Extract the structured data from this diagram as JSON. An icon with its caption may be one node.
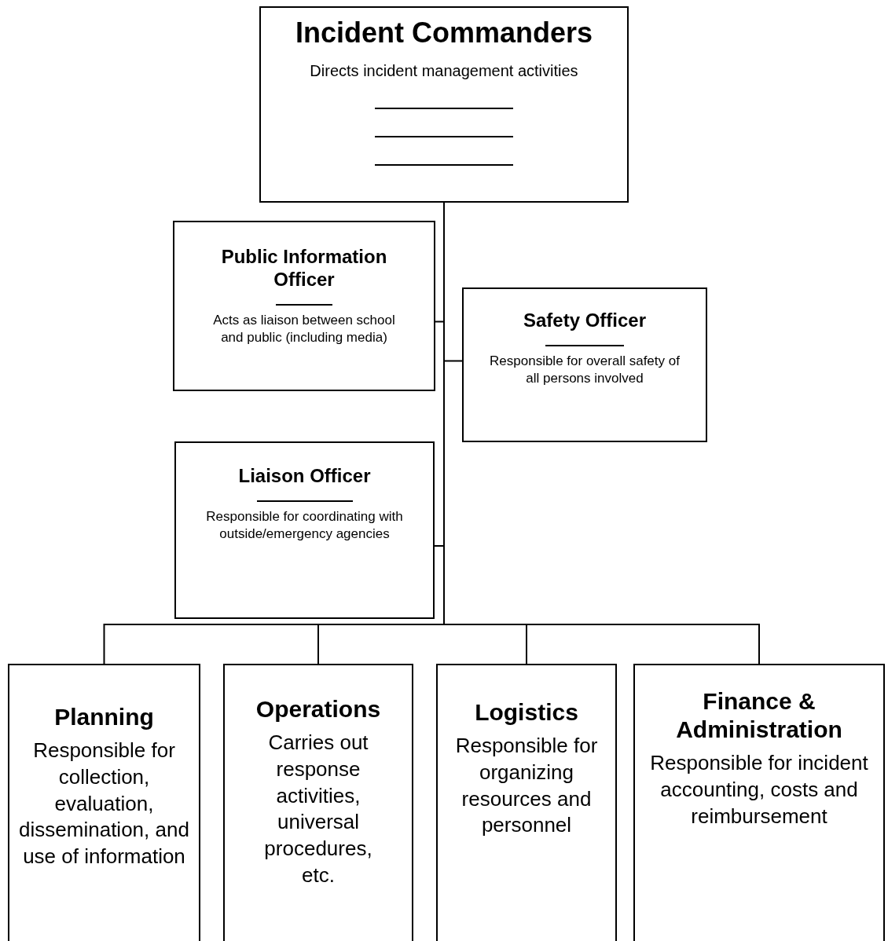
{
  "diagram": {
    "nodes": [
      {
        "text": [
          "Incident Commanders",
          "Directs incident management activities"
        ]
      },
      {
        "text": [
          "Public Information Officer",
          "Acts as liaison between school and public (including media)"
        ]
      },
      {
        "text": [
          "Safety Officer",
          "Responsible for overall safety of all persons involved"
        ]
      },
      {
        "text": [
          "Liaison Officer",
          "Responsible for coordinating with outside/emergency agencies"
        ]
      },
      {
        "text": [
          "Planning",
          "Responsible for collection, evaluation, dissemination, and use of information"
        ]
      },
      {
        "text": [
          "Operations",
          "Carries out response activities, universal procedures, etc."
        ]
      },
      {
        "text": [
          "Logistics",
          "Responsible for organizing resources and personnel"
        ]
      },
      {
        "text": [
          "Finance & Administration",
          "Responsible for incident accounting, costs and reimbursement"
        ]
      }
    ],
    "edges": [
      {
        "from": 0,
        "to": 1,
        "arrow": "none"
      },
      {
        "from": 0,
        "to": 2,
        "arrow": "none"
      },
      {
        "from": 0,
        "to": 3,
        "arrow": "none"
      },
      {
        "from": 0,
        "to": 4,
        "arrow": "none"
      },
      {
        "from": 0,
        "to": 5,
        "arrow": "none"
      },
      {
        "from": 0,
        "to": 6,
        "arrow": "none"
      },
      {
        "from": 0,
        "to": 7,
        "arrow": "none"
      }
    ]
  }
}
